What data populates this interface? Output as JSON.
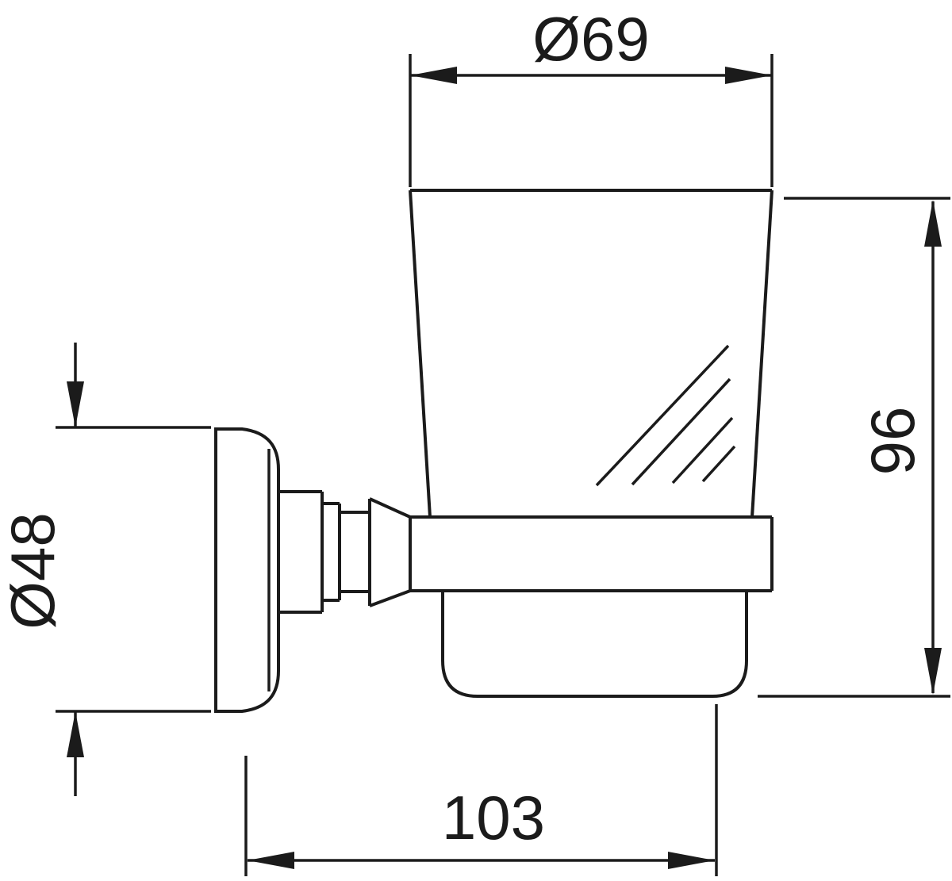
{
  "drawing": {
    "type": "technical-dimension-drawing",
    "subject": "wall-mounted glass tumbler holder, side view",
    "background_color": "#ffffff",
    "line_color": "#1b1b1b",
    "dimensions": {
      "cup_top_diameter": "Ø69",
      "wall_plate_diameter": "Ø48",
      "cup_height": "96",
      "overall_depth": "103"
    }
  }
}
